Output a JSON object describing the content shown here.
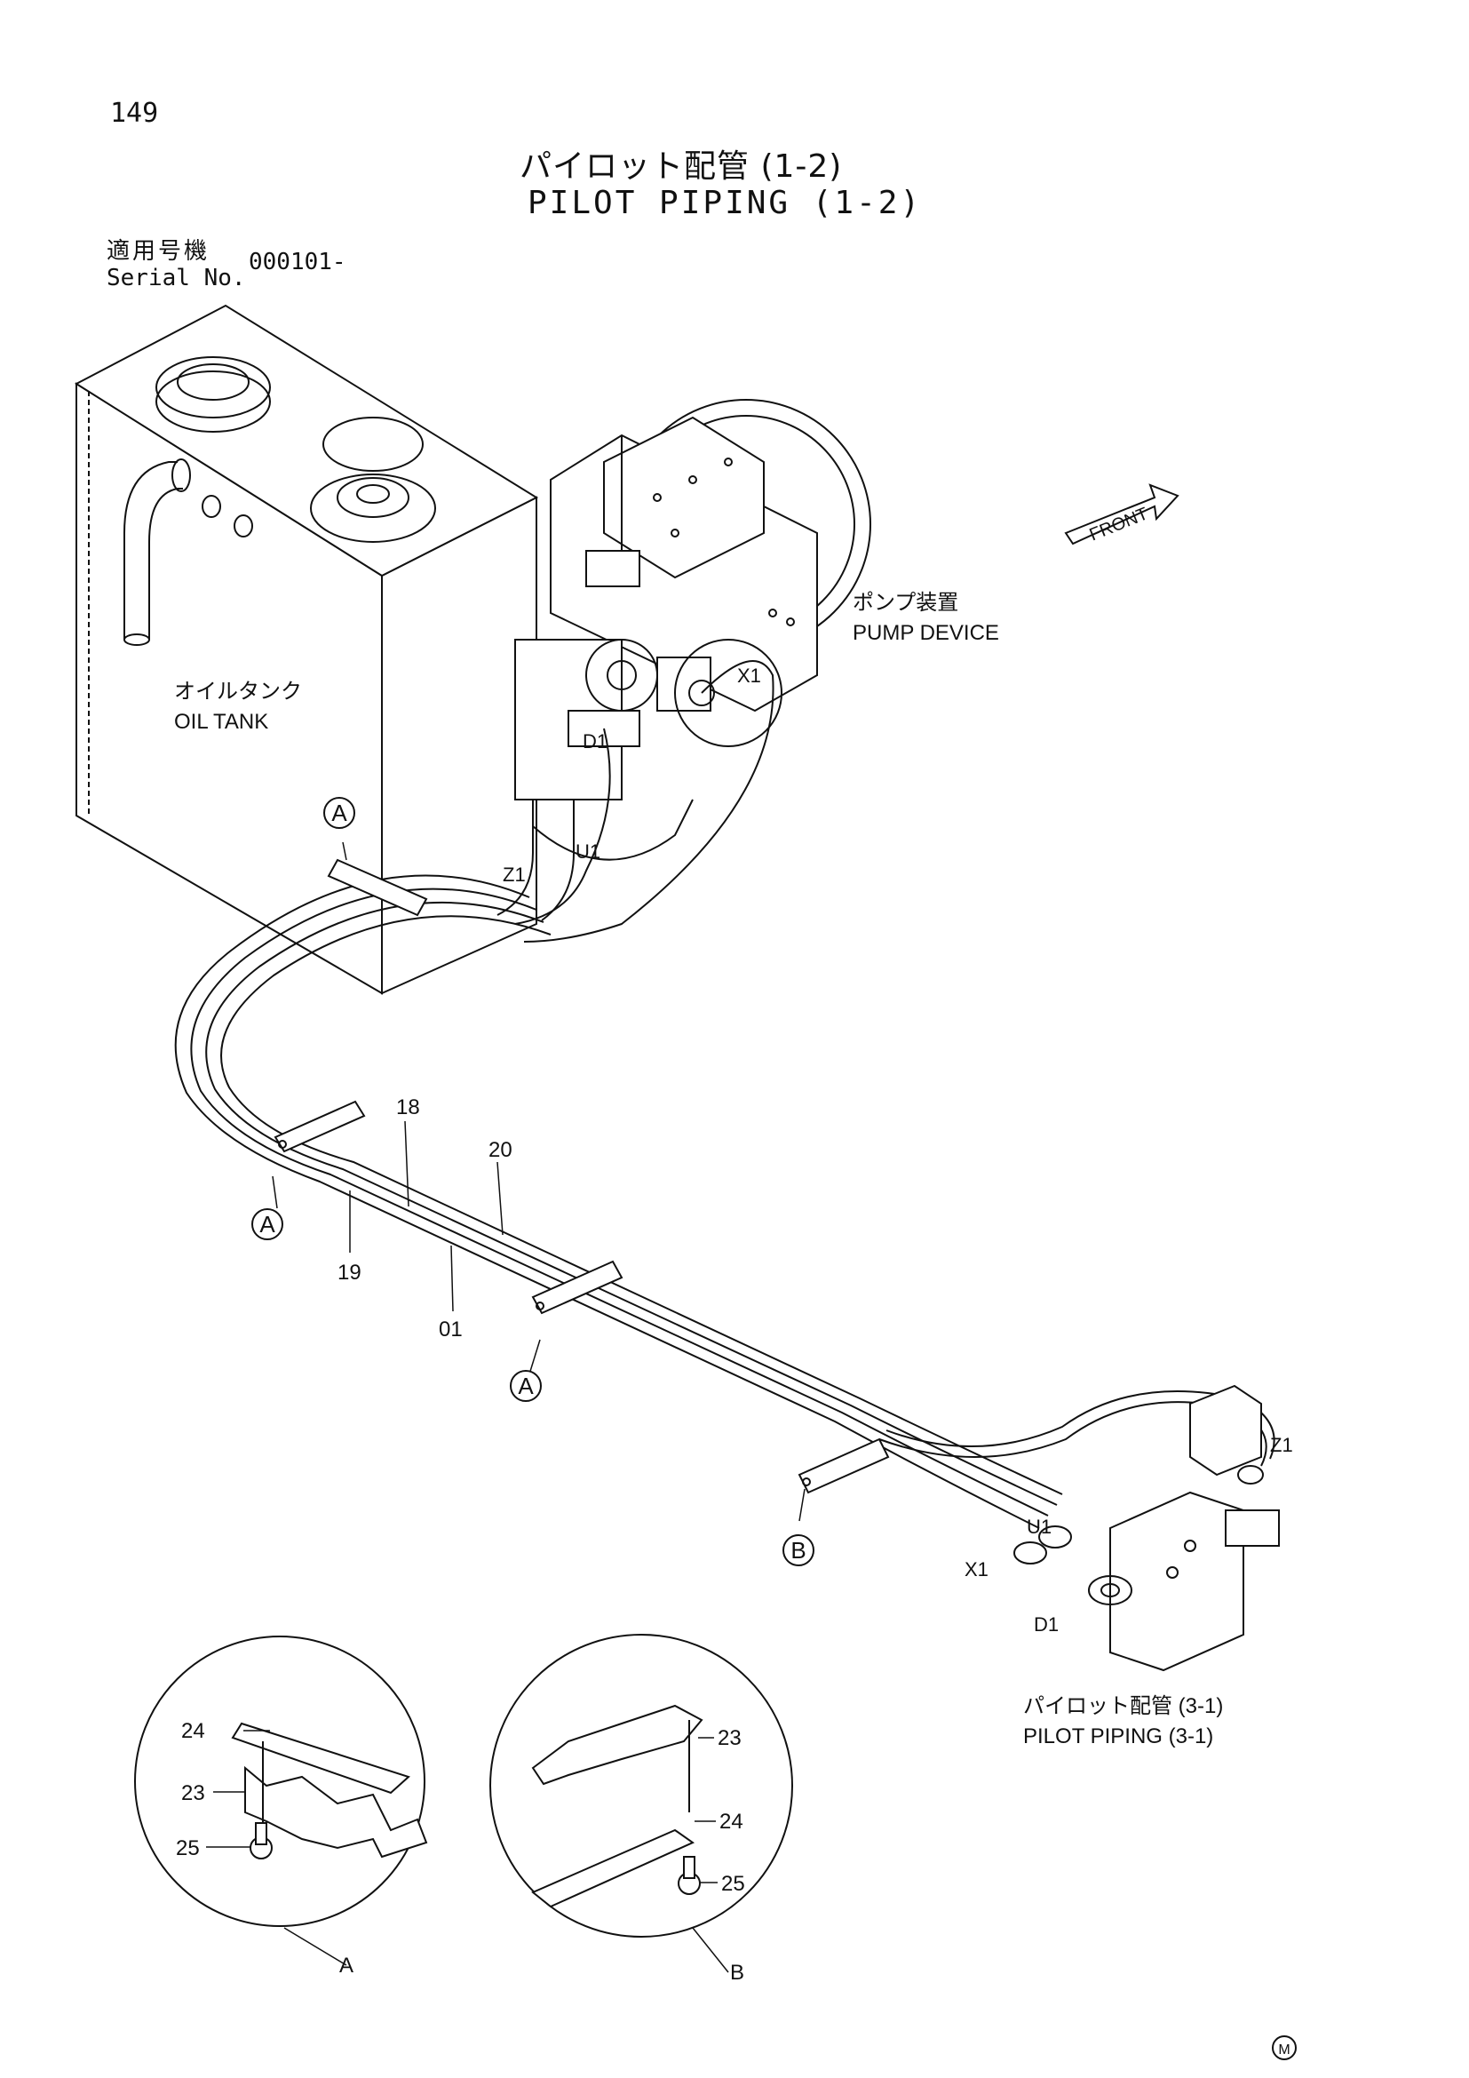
{
  "page_number": "149",
  "title": {
    "jp": "パイロット配管 (1-2)",
    "en": "PILOT PIPING (1-2)"
  },
  "serial": {
    "label_jp": "適用号機",
    "label_en": "Serial No.",
    "value": "000101-"
  },
  "front_arrow": "FRONT",
  "components": {
    "oil_tank": {
      "jp": "オイルタンク",
      "en": "OIL TANK"
    },
    "pump_device": {
      "jp": "ポンプ装置",
      "en": "PUMP DEVICE"
    },
    "pilot_piping_ref": {
      "jp": "パイロット配管 (3-1)",
      "en": "PILOT PIPING (3-1)"
    }
  },
  "ports": {
    "x1": "X1",
    "d1": "D1",
    "u1": "U1",
    "z1": "Z1"
  },
  "part_numbers": {
    "p18": "18",
    "p20": "20",
    "p19": "19",
    "p01": "01",
    "p23": "23",
    "p24": "24",
    "p25": "25"
  },
  "callouts": {
    "a": "A",
    "b": "B"
  },
  "mark": "M"
}
